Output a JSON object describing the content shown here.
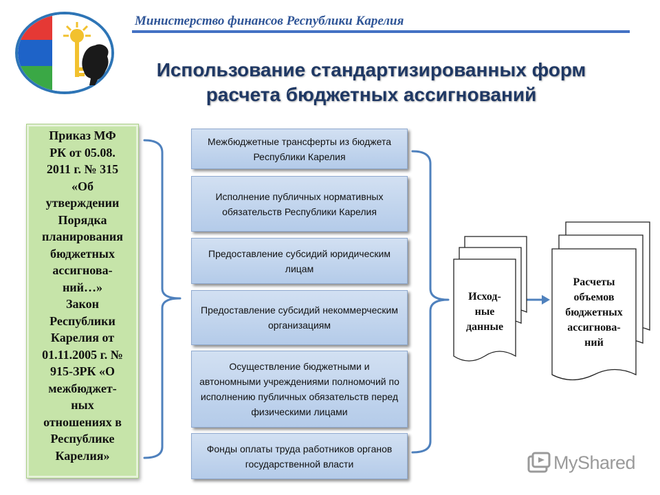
{
  "header": {
    "ministry": "Министерство финансов Республики Карелия",
    "title_line1": "Использование стандартизированных форм",
    "title_line2": "расчета бюджетных ассигнований"
  },
  "basis": {
    "lines": [
      "Приказ МФ",
      "РК от 05.08.",
      "2011 г. № 315",
      "«Об",
      "утверждении",
      "Порядка",
      "планирования",
      "бюджетных",
      "ассигнова-",
      "ний…»",
      "Закон",
      "Республики",
      "Карелия от",
      "01.11.2005 г. №",
      "915-ЗРК «О",
      "межбюджет-",
      "ных",
      "отношениях в",
      "Республике",
      "Карелия»"
    ]
  },
  "items": [
    "Межбюджетные трансферты из бюджета Республики Карелия",
    "Исполнение публичных нормативных обязательств Республики Карелия",
    "Предоставление субсидий юридическим лицам",
    "Предоставление субсидий некоммерческим организациям",
    "Осуществление бюджетными и автономными учреждениями полномочий по исполнению публичных обязательств перед физическими лицами",
    "Фонды оплаты труда работников органов государственной власти"
  ],
  "input_docs": {
    "lines": [
      "Исход-",
      "ные",
      "данные"
    ]
  },
  "output_docs": {
    "lines": [
      "Расчеты",
      "объемов",
      "бюджетных",
      "ассигнова-",
      "ний"
    ]
  },
  "watermark": {
    "text": "MyShared"
  },
  "colors": {
    "accent": "#4472c4",
    "title": "#1f3864",
    "basis_fill": "#c6e4a9",
    "item_fill": "#c3d5ee",
    "bracket": "#4f81bd"
  }
}
